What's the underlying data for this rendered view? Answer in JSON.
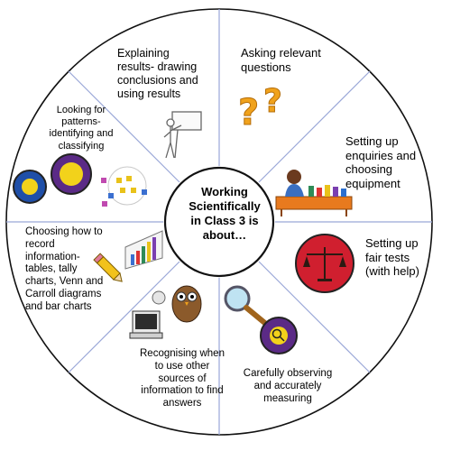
{
  "center": {
    "text": "Working\nScientifically\nin Class 3 is\nabout…"
  },
  "segments": [
    {
      "id": "asking",
      "text": "Asking  relevant\nquestions",
      "icon": "question-marks-icon"
    },
    {
      "id": "setting-up-enquiries",
      "text": "Setting up\nenquiries and\nchoosing\nequipment",
      "icon": "scientist-lab-icon"
    },
    {
      "id": "fair-tests",
      "text": "Setting up\nfair tests\n(with help)",
      "icon": "balance-scales-icon"
    },
    {
      "id": "observing",
      "text": "Carefully observing\nand  accurately\nmeasuring",
      "icon": "magnifying-glass-icon"
    },
    {
      "id": "sources",
      "text": "Recognising when\nto use other\nsources of\ninformation to find\nanswers",
      "icon": "owl-computer-icon"
    },
    {
      "id": "recording",
      "text": "Choosing how to\nrecord\ninformation-\ntables, tally\ncharts, Venn and\nCarroll diagrams\nand bar charts",
      "icon": "bar-chart-pencil-icon"
    },
    {
      "id": "patterns",
      "text": "Looking for\npatterns-\nidentifying and\nclassifying",
      "icon": "classification-icon"
    },
    {
      "id": "explaining",
      "text": "Explaining\nresults- drawing\nconclusions and\nusing results",
      "icon": "presenter-icon"
    }
  ],
  "colors": {
    "outline": "#111111",
    "divider": "#9aa7d8",
    "question": "#f0a21c",
    "badge_red": "#d01f2f",
    "badge_purple": "#5b2a86",
    "badge_blue": "#1f4fa8",
    "table": "#e87a1e"
  }
}
